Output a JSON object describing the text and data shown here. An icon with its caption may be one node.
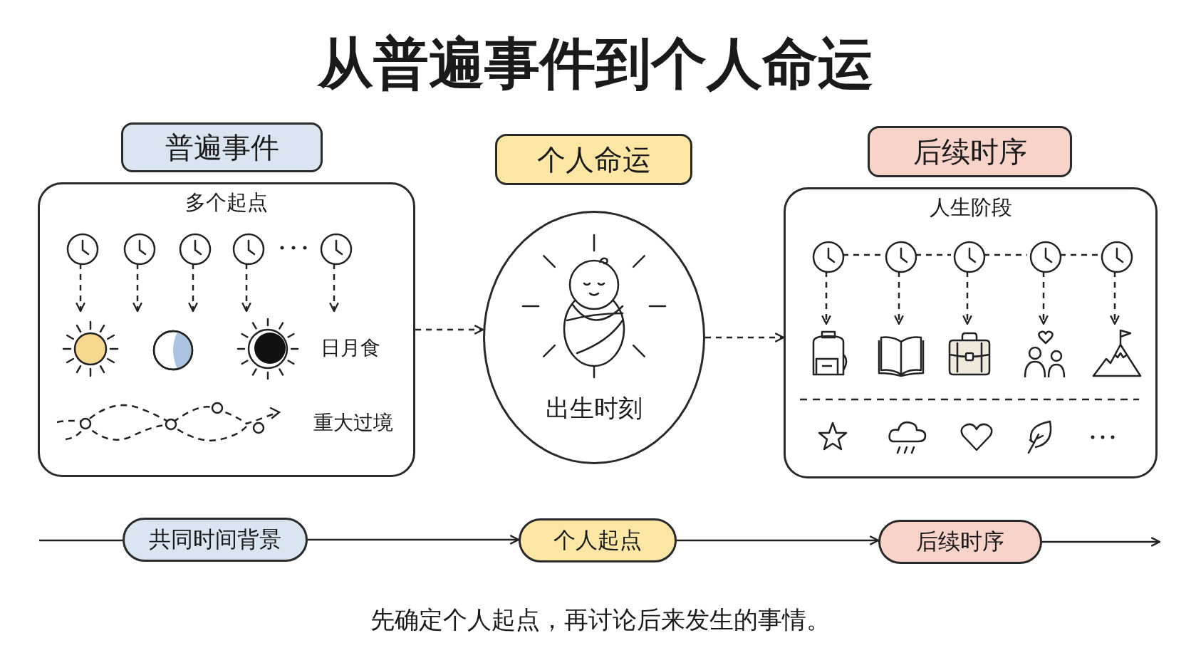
{
  "diagram": {
    "title": "从普遍事件到个人命运",
    "caption": "先确定个人起点，再讨论后来发生的事情。",
    "nodes": [
      {
        "text": [
          "普遍事件"
        ]
      },
      {
        "text": [
          "多个起点"
        ]
      },
      {
        "text": [],
        "shape": "picture",
        "in": 1
      },
      {
        "text": [],
        "shape": "picture",
        "in": 1
      },
      {
        "text": [],
        "shape": "picture",
        "in": 1
      },
      {
        "text": [],
        "shape": "picture",
        "in": 1
      },
      {
        "text": [],
        "shape": "picture",
        "in": 1
      },
      {
        "text": [
          "个人命运"
        ]
      },
      {
        "text": [
          "出生时刻"
        ]
      },
      {
        "text": [
          "后续时序"
        ]
      },
      {
        "text": [
          "人生阶段"
        ]
      },
      {
        "text": [],
        "shape": "picture",
        "in": 10
      },
      {
        "text": [],
        "shape": "picture",
        "in": 10
      },
      {
        "text": [],
        "shape": "picture",
        "in": 10
      },
      {
        "text": [],
        "shape": "picture",
        "in": 10
      },
      {
        "text": [],
        "shape": "picture",
        "in": 10
      },
      {
        "text": [],
        "shape": "picture",
        "in": 10
      },
      {
        "text": [],
        "shape": "picture",
        "in": 10
      },
      {
        "text": [],
        "shape": "picture",
        "in": 10
      },
      {
        "text": [],
        "shape": "picture",
        "in": 10
      },
      {
        "text": [],
        "shape": "picture",
        "in": 10
      },
      {
        "text": [
          "共同时间背景"
        ]
      },
      {
        "text": [
          "个人起点"
        ]
      },
      {
        "text": [
          "后续时序"
        ]
      }
    ],
    "edges": [
      {
        "from": 2,
        "to": null,
        "arrow": "to",
        "style": "dashed"
      },
      {
        "from": 3,
        "to": null,
        "arrow": "to",
        "style": "dashed"
      },
      {
        "from": 4,
        "to": null,
        "arrow": "to",
        "style": "dashed"
      },
      {
        "from": 5,
        "to": null,
        "arrow": "to",
        "style": "dashed"
      },
      {
        "from": 6,
        "to": null,
        "arrow": "to",
        "style": "dashed"
      },
      {
        "from": 1,
        "to": 8,
        "arrow": "to",
        "style": "dashed"
      },
      {
        "from": 8,
        "to": 10,
        "arrow": "to",
        "style": "dashed"
      },
      {
        "from": 11,
        "to": 12,
        "arrow": "none",
        "style": "dashed"
      },
      {
        "from": 12,
        "to": 13,
        "arrow": "none",
        "style": "dashed"
      },
      {
        "from": 13,
        "to": 14,
        "arrow": "none",
        "style": "dashed"
      },
      {
        "from": 14,
        "to": 15,
        "arrow": "none",
        "style": "dashed"
      },
      {
        "from": 11,
        "to": 16,
        "arrow": "to",
        "style": "dashed"
      },
      {
        "from": 12,
        "to": 17,
        "arrow": "to",
        "style": "dashed"
      },
      {
        "from": 13,
        "to": 18,
        "arrow": "to",
        "style": "dashed"
      },
      {
        "from": 14,
        "to": 19,
        "arrow": "to",
        "style": "dashed"
      },
      {
        "from": 15,
        "to": 20,
        "arrow": "to",
        "style": "dashed"
      },
      {
        "from": null,
        "to": 21,
        "arrow": "none"
      },
      {
        "from": 21,
        "to": 22,
        "arrow": "to"
      },
      {
        "from": 22,
        "to": 23,
        "arrow": "to"
      },
      {
        "from": 23,
        "to": null,
        "arrow": "to"
      }
    ],
    "labels": [
      "日月食",
      "重大过境"
    ]
  }
}
